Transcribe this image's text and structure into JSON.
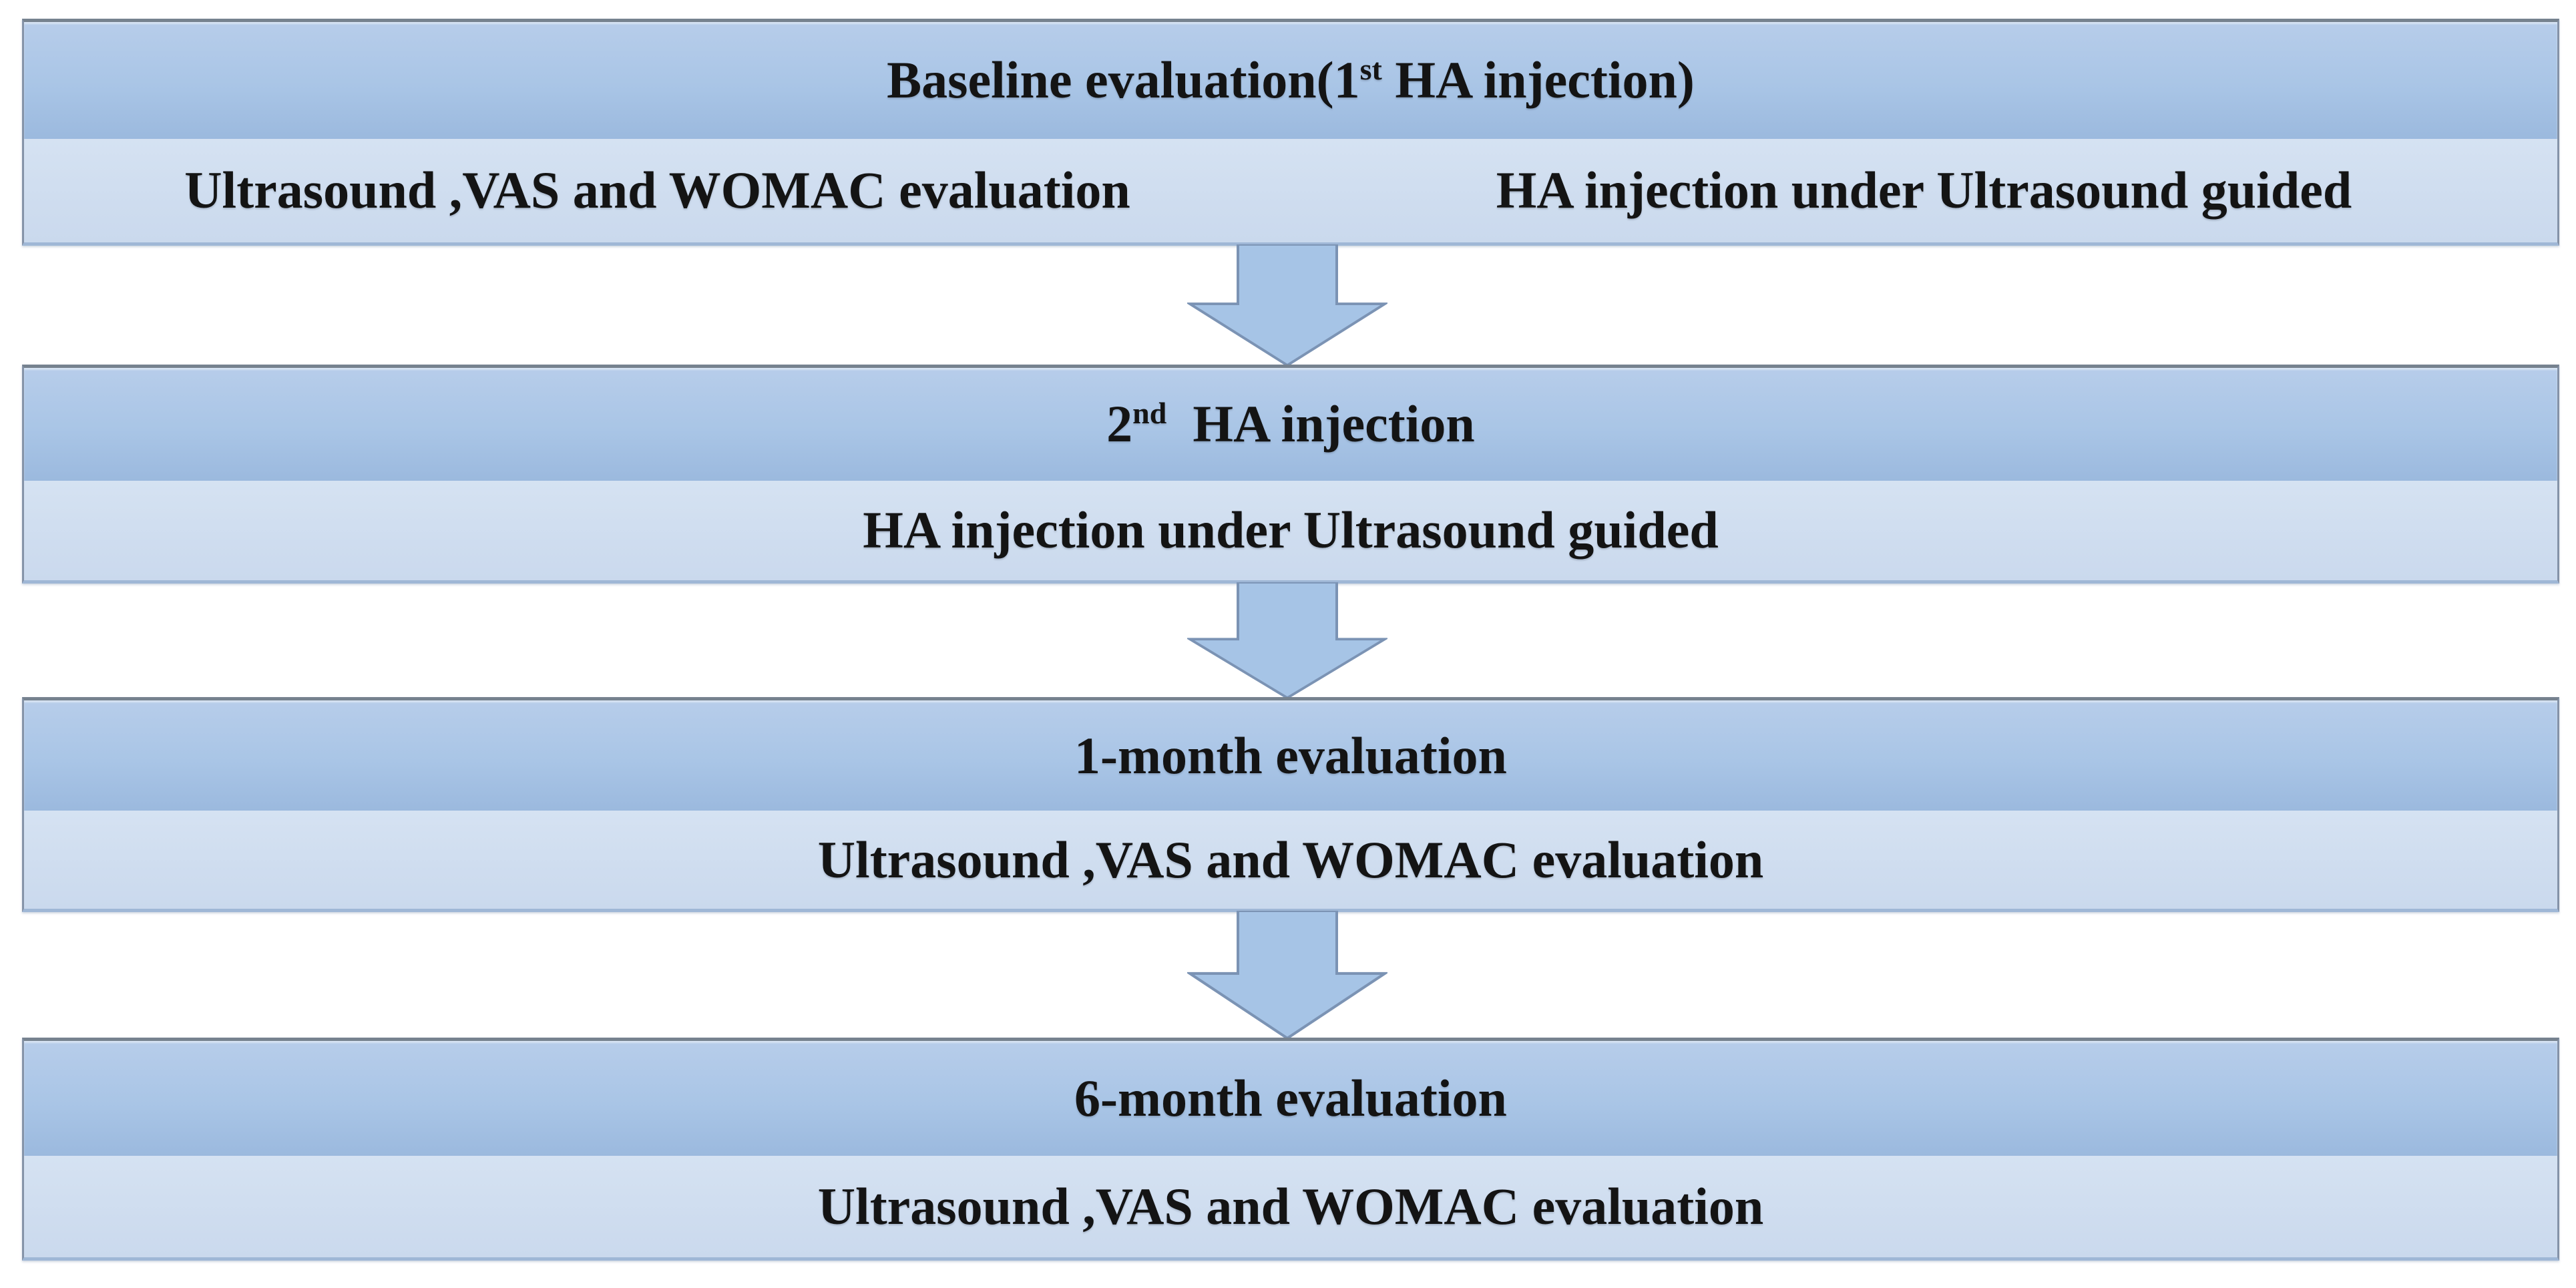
{
  "figure": {
    "type": "flowchart",
    "blocks": [
      {
        "id": "baseline",
        "title": {
          "pre": "Baseline evaluation(1",
          "sup": "st",
          "post": " HA injection)"
        },
        "details": [
          "Ultrasound ,VAS and WOMAC evaluation",
          "HA injection under Ultrasound guided"
        ]
      },
      {
        "id": "second-injection",
        "title": {
          "pre": "2",
          "sup": "nd",
          "post": "  HA injection"
        },
        "details": [
          "HA injection under Ultrasound guided"
        ]
      },
      {
        "id": "one-month",
        "title": {
          "pre": "1-month evaluation",
          "sup": "",
          "post": ""
        },
        "details": [
          "Ultrasound ,VAS and WOMAC evaluation"
        ]
      },
      {
        "id": "six-month",
        "title": {
          "pre": "6-month evaluation",
          "sup": "",
          "post": ""
        },
        "details": [
          "Ultrasound ,VAS and WOMAC evaluation"
        ]
      }
    ],
    "connectors": [
      "down-arrow",
      "down-arrow",
      "down-arrow"
    ],
    "colors": {
      "outline": "#8593a8",
      "outline-top": "#76828f",
      "block-bottom-edge": "#9fb7d6",
      "header-top": "#b7cdea",
      "header-mid": "#a9c5e6",
      "header-bottom": "#9bb9de",
      "sub-top": "#d5e2f2",
      "sub-bottom": "#cad9ed",
      "arrow-fill": "#a6c4e6",
      "arrow-stroke": "#7b93b4",
      "text": "#141414"
    }
  }
}
